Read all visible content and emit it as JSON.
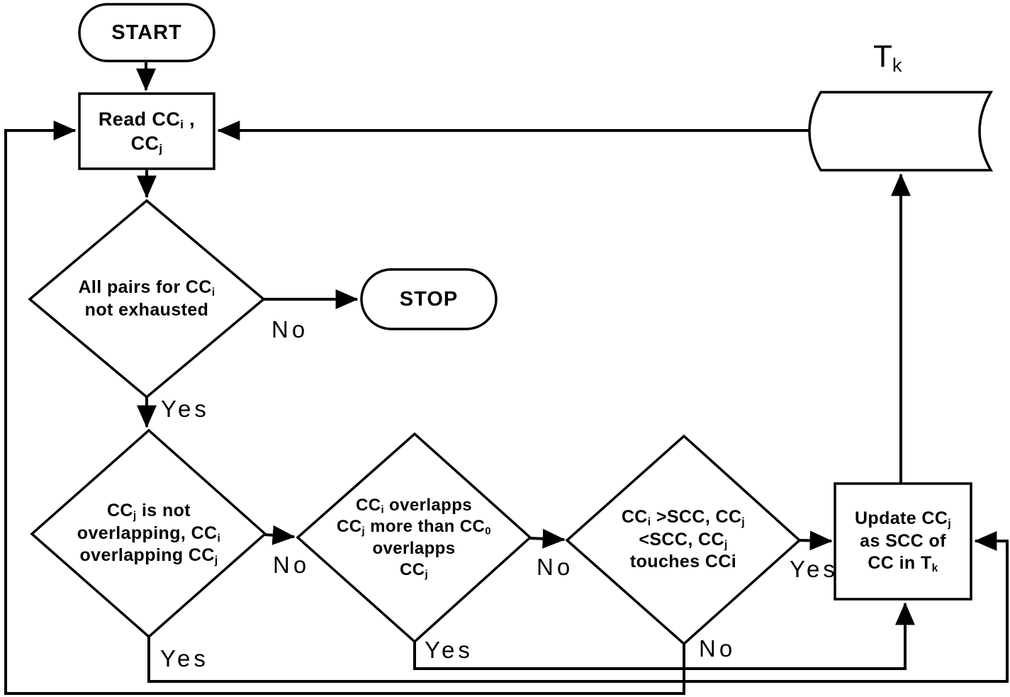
{
  "diagram": {
    "type": "flowchart",
    "nodes": {
      "start": {
        "label": "START",
        "shape": "terminator"
      },
      "read_cc": {
        "shape": "process",
        "lines": [
          "Read CC~i~ ,",
          "CC~j~"
        ]
      },
      "pairs_exhausted": {
        "shape": "decision",
        "lines": [
          "All pairs for CC~i~",
          "not exhausted"
        ]
      },
      "stop": {
        "label": "STOP",
        "shape": "terminator"
      },
      "overlap_check": {
        "shape": "decision",
        "lines": [
          "CC~j~ is not",
          "overlapping, CC~i~",
          "overlapping CC~j~"
        ]
      },
      "overlap_more": {
        "shape": "decision",
        "lines": [
          "CC~i~ overlapps",
          "CC~j~ more than CC~0~",
          "overlapps",
          "CC~j~"
        ]
      },
      "scc_check": {
        "shape": "decision",
        "lines": [
          "CC~i~ >SCC, CC~j~",
          "<SCC, CC~j~",
          "touches CCi"
        ]
      },
      "update_scc": {
        "shape": "process",
        "lines": [
          "Update CC~j~",
          "as SCC of",
          "CC in T~k~"
        ]
      },
      "storage": {
        "label": "T~k~",
        "shape": "stored-data"
      }
    },
    "edge_labels": {
      "pairs_no": "No",
      "pairs_yes": "Yes",
      "overlap_no": "No",
      "overlap_yes": "Yes",
      "more_no": "No",
      "more_yes": "Yes",
      "scc_yes": "Yes",
      "scc_no": "No"
    },
    "colors": {
      "stroke": "#000000",
      "shape_fill": "#ffffff",
      "background": "#ffffff"
    }
  }
}
